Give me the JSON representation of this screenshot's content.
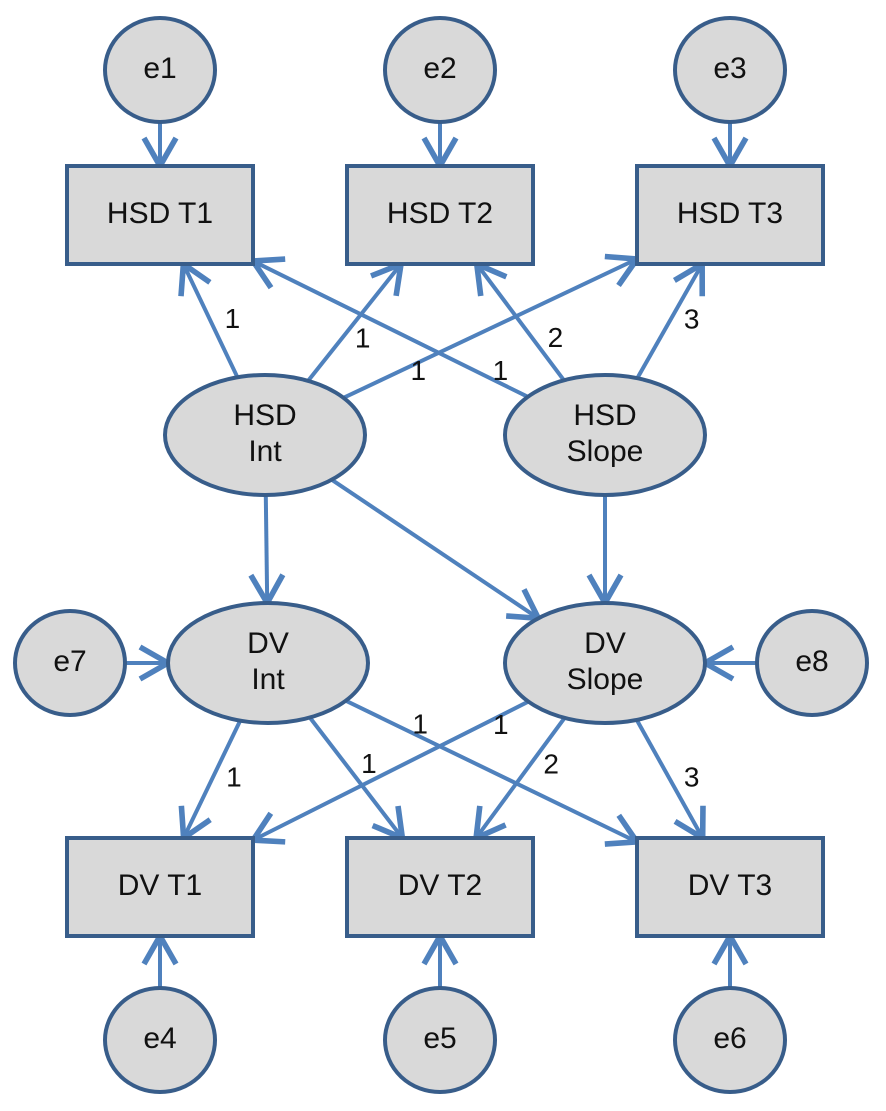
{
  "colors": {
    "node_fill": "#d9d9d9",
    "node_stroke": "#385d8a",
    "arrow": "#4f81bd",
    "text": "#111111"
  },
  "nodes": {
    "e1": {
      "lines": [
        "e1"
      ]
    },
    "e2": {
      "lines": [
        "e2"
      ]
    },
    "e3": {
      "lines": [
        "e3"
      ]
    },
    "hsd_t1": {
      "lines": [
        "HSD T1"
      ]
    },
    "hsd_t2": {
      "lines": [
        "HSD T2"
      ]
    },
    "hsd_t3": {
      "lines": [
        "HSD T3"
      ]
    },
    "hsd_int": {
      "lines": [
        "HSD",
        "Int"
      ]
    },
    "hsd_slope": {
      "lines": [
        "HSD",
        "Slope"
      ]
    },
    "dv_int": {
      "lines": [
        "DV",
        "Int"
      ]
    },
    "dv_slope": {
      "lines": [
        "DV",
        "Slope"
      ]
    },
    "e7": {
      "lines": [
        "e7"
      ]
    },
    "e8": {
      "lines": [
        "e8"
      ]
    },
    "dv_t1": {
      "lines": [
        "DV T1"
      ]
    },
    "dv_t2": {
      "lines": [
        "DV T2"
      ]
    },
    "dv_t3": {
      "lines": [
        "DV T3"
      ]
    },
    "e4": {
      "lines": [
        "e4"
      ]
    },
    "e5": {
      "lines": [
        "e5"
      ]
    },
    "e6": {
      "lines": [
        "e6"
      ]
    }
  },
  "edges": [
    {
      "from": "e1",
      "to": "hsd_t1",
      "label": ""
    },
    {
      "from": "e2",
      "to": "hsd_t2",
      "label": ""
    },
    {
      "from": "e3",
      "to": "hsd_t3",
      "label": ""
    },
    {
      "from": "hsd_int",
      "to": "hsd_t1",
      "label": "1"
    },
    {
      "from": "hsd_int",
      "to": "hsd_t2",
      "label": "1"
    },
    {
      "from": "hsd_int",
      "to": "hsd_t3",
      "label": "1"
    },
    {
      "from": "hsd_slope",
      "to": "hsd_t1",
      "label": "1"
    },
    {
      "from": "hsd_slope",
      "to": "hsd_t2",
      "label": "2"
    },
    {
      "from": "hsd_slope",
      "to": "hsd_t3",
      "label": "3"
    },
    {
      "from": "hsd_int",
      "to": "dv_int",
      "label": ""
    },
    {
      "from": "hsd_int",
      "to": "dv_slope",
      "label": ""
    },
    {
      "from": "hsd_slope",
      "to": "dv_slope",
      "label": ""
    },
    {
      "from": "e7",
      "to": "dv_int",
      "label": ""
    },
    {
      "from": "e8",
      "to": "dv_slope",
      "label": ""
    },
    {
      "from": "dv_int",
      "to": "dv_t1",
      "label": "1"
    },
    {
      "from": "dv_int",
      "to": "dv_t2",
      "label": "1"
    },
    {
      "from": "dv_int",
      "to": "dv_t3",
      "label": "1"
    },
    {
      "from": "dv_slope",
      "to": "dv_t1",
      "label": "1"
    },
    {
      "from": "dv_slope",
      "to": "dv_t2",
      "label": "2"
    },
    {
      "from": "dv_slope",
      "to": "dv_t3",
      "label": "3"
    },
    {
      "from": "e4",
      "to": "dv_t1",
      "label": ""
    },
    {
      "from": "e5",
      "to": "dv_t2",
      "label": ""
    },
    {
      "from": "e6",
      "to": "dv_t3",
      "label": ""
    }
  ]
}
